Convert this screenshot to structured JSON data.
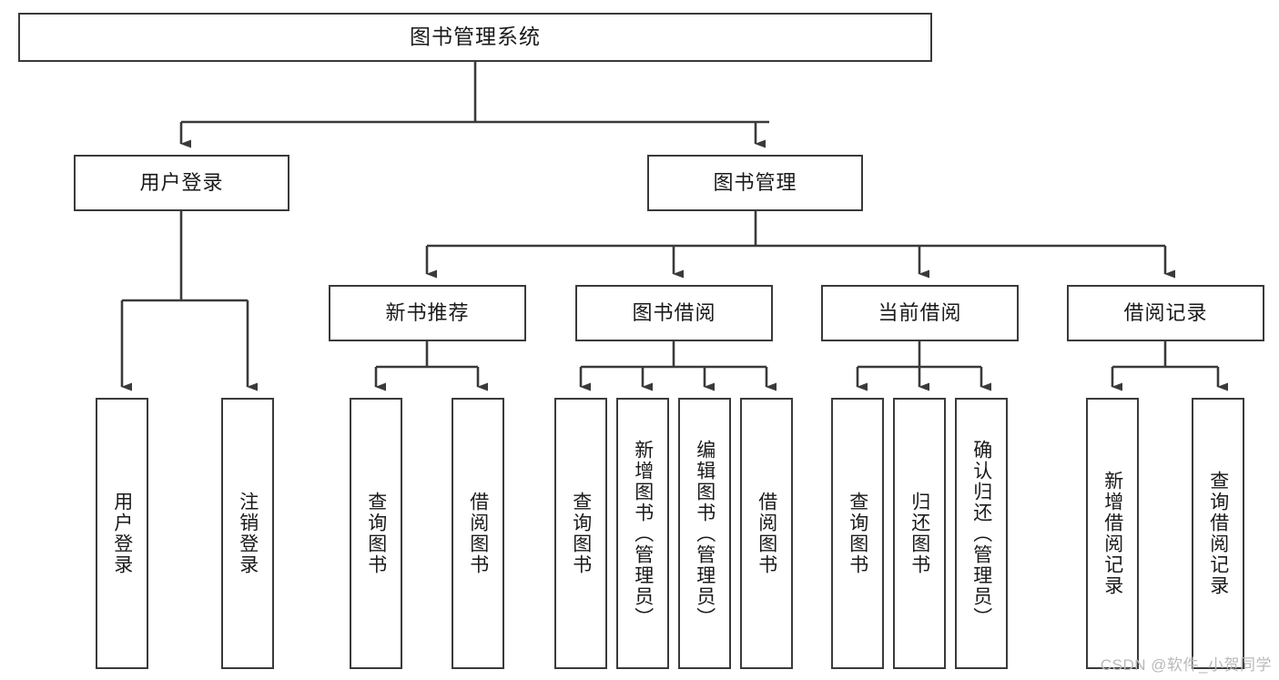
{
  "diagram": {
    "title": "图书管理系统",
    "type": "tree",
    "watermark": "CSDN @软件_小贺同学",
    "colors": {
      "box_border": "#3a3a3a",
      "box_fill": "#ffffff",
      "edge": "#3a3a3a",
      "text": "#1a1a1a",
      "watermark": "#b9b9b9"
    },
    "nodes": {
      "root": {
        "label": "图书管理系统"
      },
      "level1": [
        {
          "id": "user-login",
          "label": "用户登录"
        },
        {
          "id": "book-manage",
          "label": "图书管理"
        }
      ],
      "level2": [
        {
          "id": "new-book-recommend",
          "label": "新书推荐"
        },
        {
          "id": "book-borrow",
          "label": "图书借阅"
        },
        {
          "id": "current-borrow",
          "label": "当前借阅"
        },
        {
          "id": "borrow-record",
          "label": "借阅记录"
        }
      ],
      "leaves": {
        "user-login": [
          {
            "id": "leaf-user-login",
            "label": "用户登录"
          },
          {
            "id": "leaf-logout",
            "label": "注销登录"
          }
        ],
        "new-book-recommend": [
          {
            "id": "leaf-query-books-1",
            "label": "查询图书"
          },
          {
            "id": "leaf-borrow-books-1",
            "label": "借阅图书"
          }
        ],
        "book-borrow": [
          {
            "id": "leaf-query-books-2",
            "label": "查询图书"
          },
          {
            "id": "leaf-add-book-admin",
            "label": "新增图书（管理员）"
          },
          {
            "id": "leaf-edit-book-admin",
            "label": "编辑图书（管理员）"
          },
          {
            "id": "leaf-borrow-books-2",
            "label": "借阅图书"
          }
        ],
        "current-borrow": [
          {
            "id": "leaf-query-books-3",
            "label": "查询图书"
          },
          {
            "id": "leaf-return-books",
            "label": "归还图书"
          },
          {
            "id": "leaf-confirm-return-admin",
            "label": "确认归还（管理员）"
          }
        ],
        "borrow-record": [
          {
            "id": "leaf-add-borrow-record",
            "label": "新增借阅记录"
          },
          {
            "id": "leaf-query-borrow-record",
            "label": "查询借阅记录"
          }
        ]
      }
    }
  }
}
